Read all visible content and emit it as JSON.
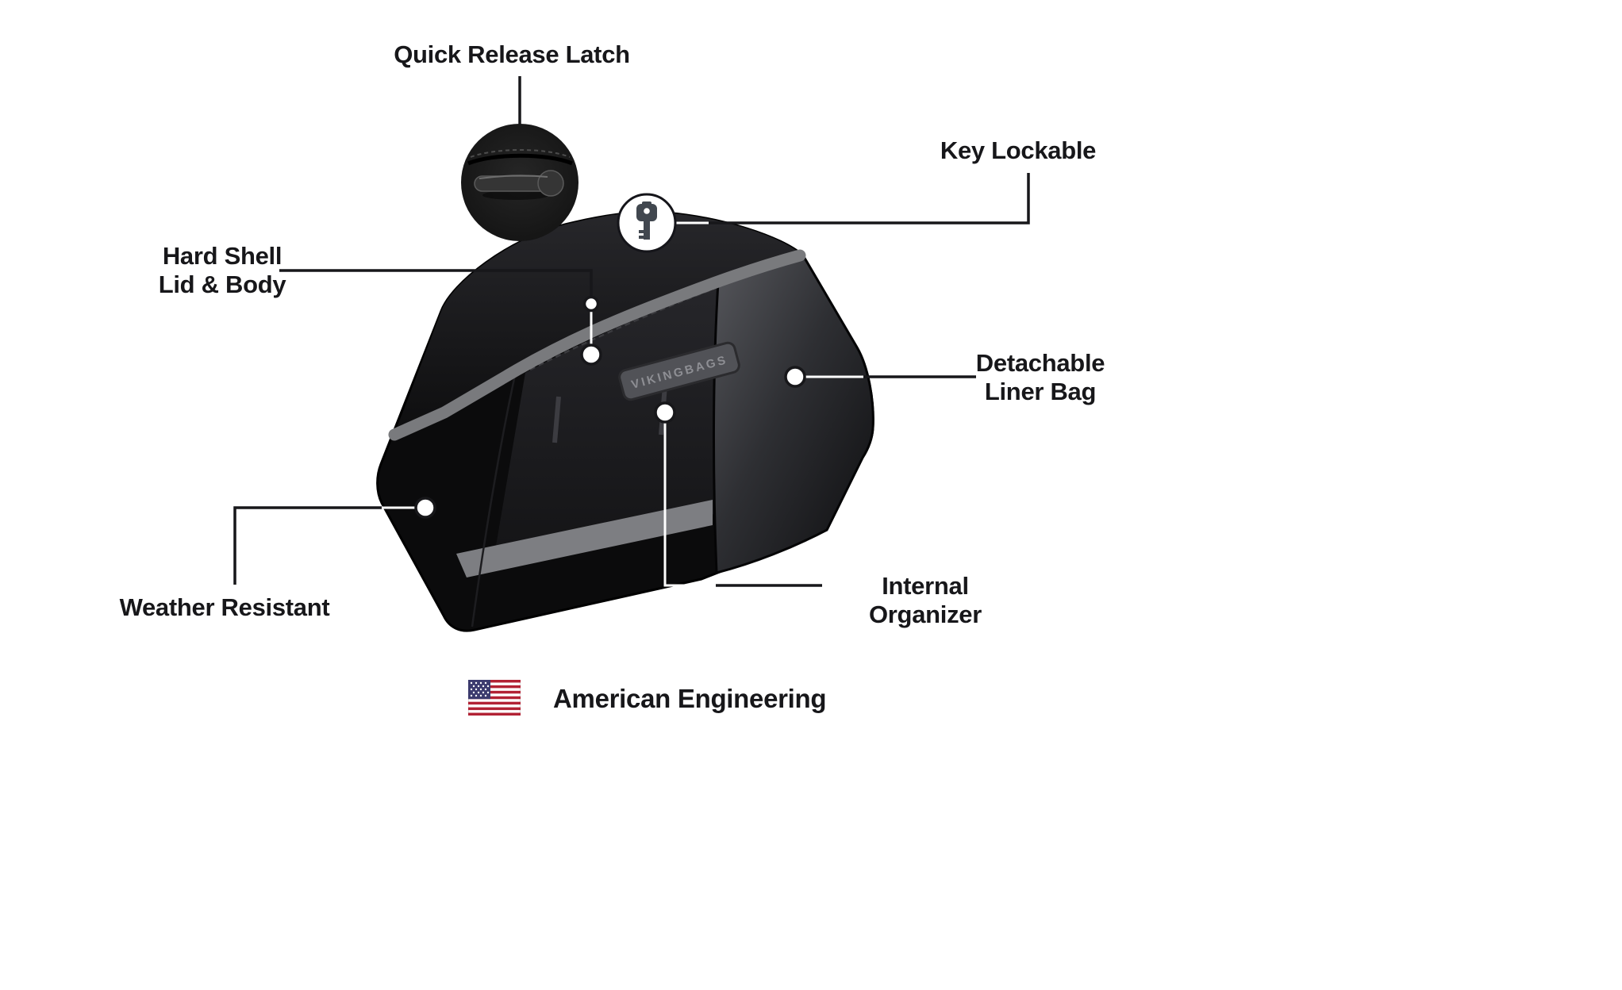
{
  "title": "Saddlebag feature infographic",
  "labels": {
    "quick_release": "Quick Release Latch",
    "key_lockable": "Key Lockable",
    "hard_shell": "Hard Shell\nLid & Body",
    "detachable": "Detachable\nLiner Bag",
    "weather": "Weather Resistant",
    "internal": "Internal Organizer",
    "american": "American Engineering"
  },
  "badge": {
    "label": "VIKINGBAGS"
  },
  "icons": {
    "key": "key-icon",
    "latch_detail": "latch-detail-icon",
    "us_flag": "us-flag-icon"
  },
  "colors": {
    "background": "#ffffff",
    "callout_line": "#17171a",
    "callout_line_light": "#ffffff",
    "text": "#17171a",
    "bag_body": "#0b0b0c",
    "bag_accent_gray": "#797a7d",
    "interior_band_gray": "#7d7e82",
    "badge_fill": "#515257",
    "badge_text": "#8e8f94",
    "flag_red": "#B22234",
    "flag_blue": "#3C3B6E",
    "flag_white": "#ffffff"
  }
}
